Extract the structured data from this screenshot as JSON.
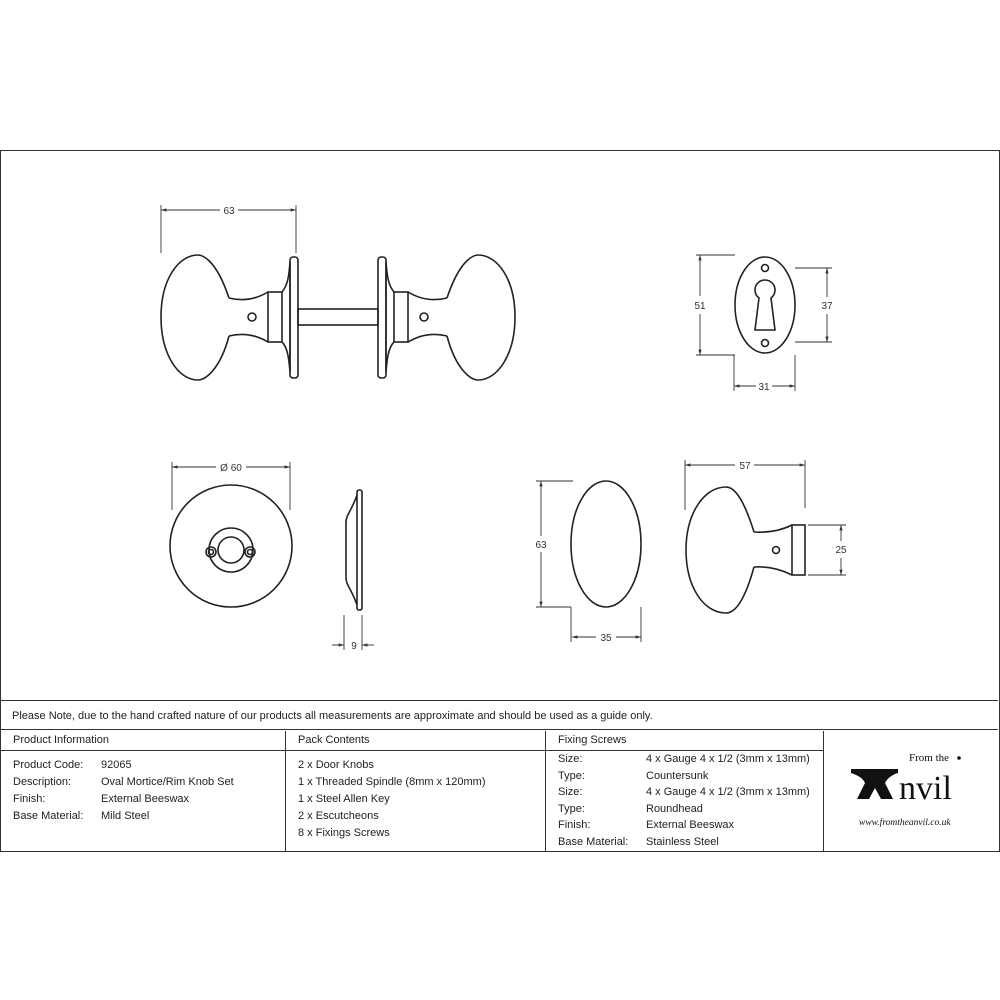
{
  "dimensions": {
    "knob_set_width": "63",
    "escutcheon_height": "51",
    "keyhole_height": "37",
    "escutcheon_width": "31",
    "rose_diameter": "Ø 60",
    "rose_depth": "9",
    "knob_height": "63",
    "knob_width": "35",
    "knob_projection": "57",
    "collar_diameter": "25"
  },
  "note": "Please Note, due to the hand crafted nature of our products all measurements are approximate and should be used as a guide only.",
  "product_info": {
    "header": "Product Information",
    "rows": [
      {
        "label": "Product Code:",
        "value": "92065"
      },
      {
        "label": "Description:",
        "value": "Oval Mortice/Rim Knob Set"
      },
      {
        "label": "Finish:",
        "value": "External Beeswax"
      },
      {
        "label": "Base Material:",
        "value": "Mild Steel"
      }
    ]
  },
  "pack_contents": {
    "header": "Pack Contents",
    "items": [
      "2 x Door Knobs",
      "1 x Threaded Spindle (8mm x 120mm)",
      "1 x Steel Allen Key",
      "2 x Escutcheons",
      "8 x Fixings Screws"
    ]
  },
  "fixing_screws": {
    "header": "Fixing Screws",
    "rows": [
      {
        "label": "Size:",
        "value": "4 x Gauge 4 x 1/2 (3mm x 13mm)"
      },
      {
        "label": "Type:",
        "value": "Countersunk"
      },
      {
        "label": "Size:",
        "value": "4 x Gauge 4 x 1/2 (3mm x 13mm)"
      },
      {
        "label": "Type:",
        "value": "Roundhead"
      },
      {
        "label": "Finish:",
        "value": "External Beeswax"
      },
      {
        "label": "Base Material:",
        "value": "Stainless Steel"
      }
    ]
  },
  "logo": {
    "top": "From the",
    "main": "Anvil",
    "url": "www.fromtheanvil.co.uk"
  }
}
